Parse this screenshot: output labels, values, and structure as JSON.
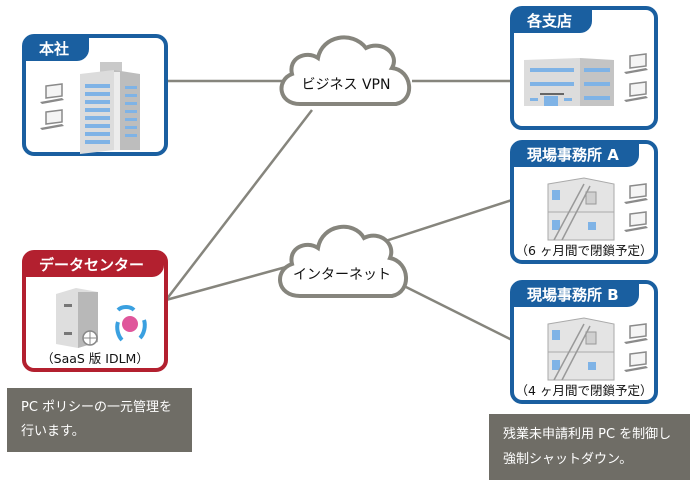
{
  "colors": {
    "site_blue": "#1a5fa0",
    "datacenter_red": "#b3202f",
    "line_gray": "#86857d",
    "note_bg": "#6f6d66",
    "window_blue": "#7fb3e6"
  },
  "nodes": {
    "headquarters": {
      "label": "本社",
      "icons": [
        "laptop-icon",
        "laptop-icon",
        "office-tower-icon"
      ]
    },
    "branches": {
      "label": "各支店",
      "icons": [
        "office-building-icon",
        "laptop-icon",
        "laptop-icon"
      ]
    },
    "site_office_a": {
      "label": "現場事務所 A",
      "caption": "（6 ヶ月間で閉鎖予定）",
      "icons": [
        "prefab-building-icon",
        "laptop-icon",
        "laptop-icon"
      ]
    },
    "site_office_b": {
      "label": "現場事務所 B",
      "caption": "（4 ヶ月間で閉鎖予定）",
      "icons": [
        "prefab-building-icon",
        "laptop-icon",
        "laptop-icon"
      ]
    },
    "datacenter": {
      "label": "データセンター",
      "caption": "（SaaS 版  IDLM）",
      "icons": [
        "server-icon",
        "globe-icon",
        "idlm-logo-icon"
      ]
    }
  },
  "clouds": {
    "vpn": {
      "label": "ビジネス VPN"
    },
    "internet": {
      "label": "インターネット"
    }
  },
  "notes": {
    "left": {
      "line1": "PC ポリシーの一元管理を",
      "line2": "行います。"
    },
    "right": {
      "line1": "残業未申請利用 PC を制御し",
      "line2": "強制シャットダウン。"
    }
  }
}
